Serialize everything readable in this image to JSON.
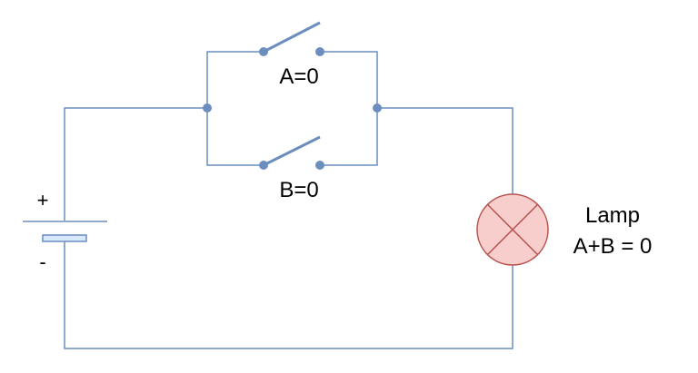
{
  "diagram": {
    "battery": {
      "plus_label": "+",
      "minus_label": "-"
    },
    "switch_a": {
      "label": "A=0"
    },
    "switch_b": {
      "label": "B=0"
    },
    "lamp": {
      "label": "Lamp",
      "expression": "A+B = 0"
    },
    "colors": {
      "wire": "#6c8ebf",
      "battery_fill": "#dae8fc",
      "lamp_fill": "#f8cecc",
      "lamp_stroke": "#b85450",
      "text": "#000000"
    }
  }
}
